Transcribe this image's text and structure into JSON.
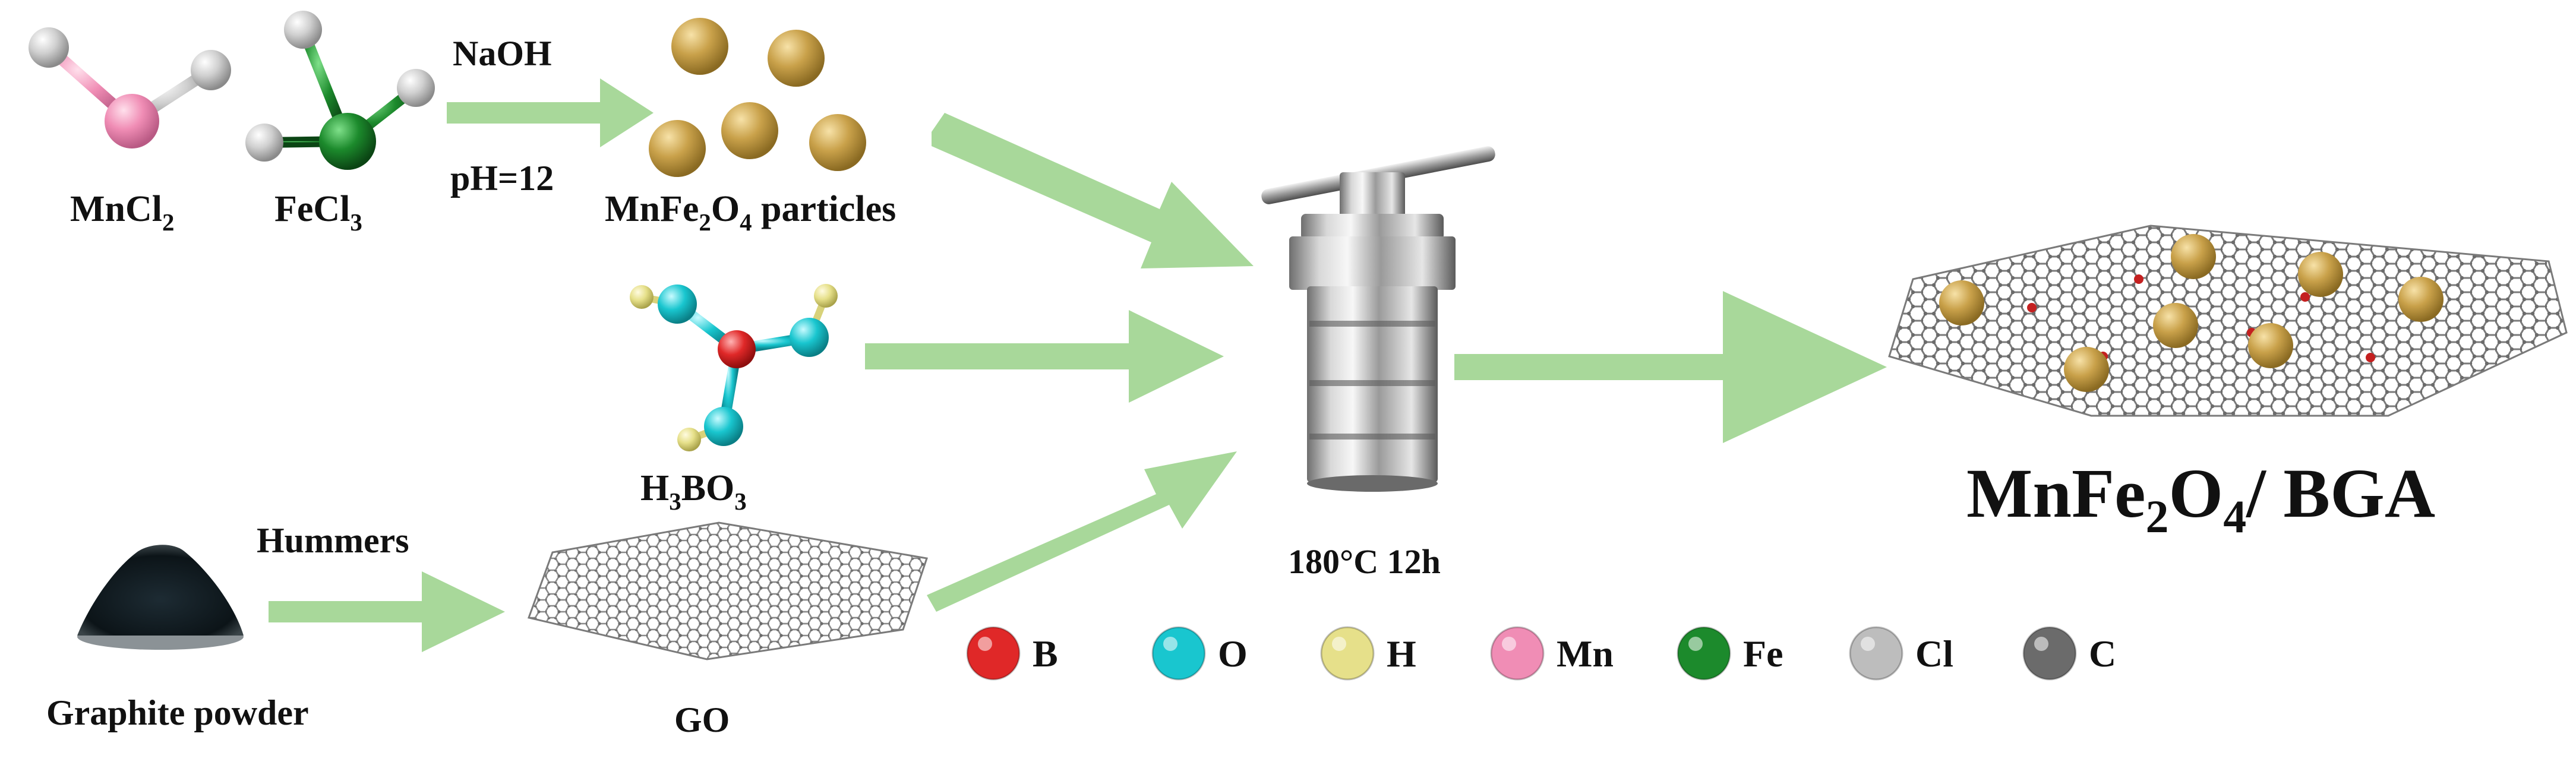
{
  "labels": {
    "mncl2": {
      "base": "MnCl",
      "sub": "2"
    },
    "fecl3": {
      "base": "FeCl",
      "sub": "3"
    },
    "naoh": "NaOH",
    "ph": "pH=12",
    "particles": {
      "a": "MnFe",
      "s1": "2",
      "b": "O",
      "s2": "4",
      "c": " particles"
    },
    "h3bo3": {
      "a": "H",
      "s1": "3",
      "b": "BO",
      "s2": "3"
    },
    "hummers": "Hummers",
    "graphite": "Graphite powder",
    "go": "GO",
    "condition": "180°C 12h",
    "product": {
      "a": "MnFe",
      "s1": "2",
      "b": "O",
      "s2": "4",
      "c": "/ BGA"
    }
  },
  "legend": [
    {
      "symbol": "B",
      "color": "#e02828"
    },
    {
      "symbol": "O",
      "color": "#19c6cf"
    },
    {
      "symbol": "H",
      "color": "#e6e08a"
    },
    {
      "symbol": "Mn",
      "color": "#f08db5"
    },
    {
      "symbol": "Fe",
      "color": "#1c8a2c"
    },
    {
      "symbol": "Cl",
      "color": "#bdbdbd"
    },
    {
      "symbol": "C",
      "color": "#6b6b6b"
    }
  ],
  "colors": {
    "arrow": "#a8d89a",
    "particle": "#c9a14a",
    "bond_white": "#f0f0f0",
    "graphene": "#7a7a7a"
  }
}
